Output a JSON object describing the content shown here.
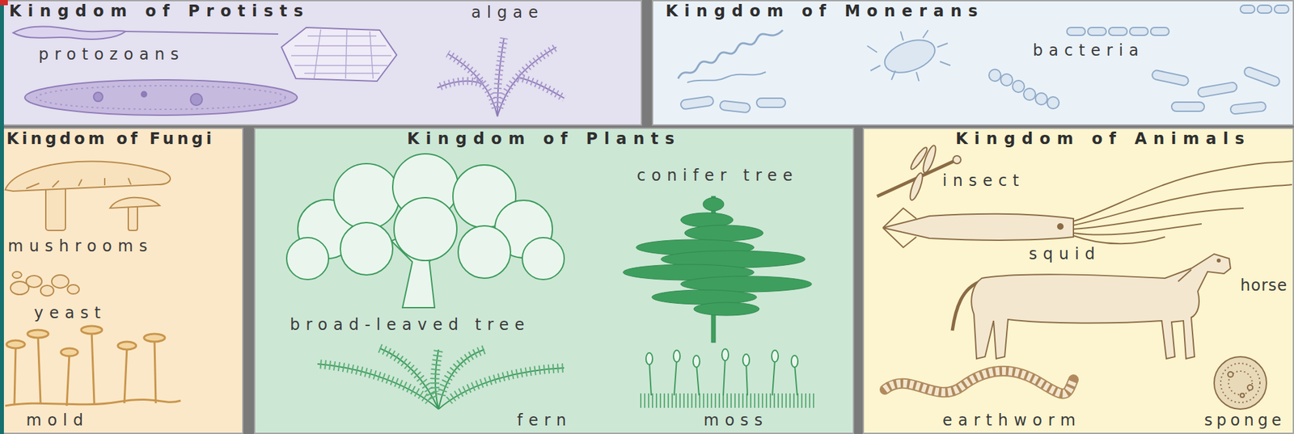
{
  "diagram": {
    "nodes": [
      {
        "text": [
          "Kingdom of Protists",
          "protozoans",
          "algae"
        ]
      },
      {
        "text": [
          "Kingdom of Monerans",
          "bacteria"
        ]
      },
      {
        "text": [
          "Kingdom of Fungi",
          "mushrooms",
          "yeast",
          "mold"
        ]
      },
      {
        "text": [
          "Kingdom of Plants",
          "conifer tree",
          "broad-leaved tree",
          "fern",
          "moss"
        ]
      },
      {
        "text": [
          "Kingdom of Animals",
          "insect",
          "squid",
          "horse",
          "earthworm",
          "sponge"
        ]
      }
    ]
  }
}
